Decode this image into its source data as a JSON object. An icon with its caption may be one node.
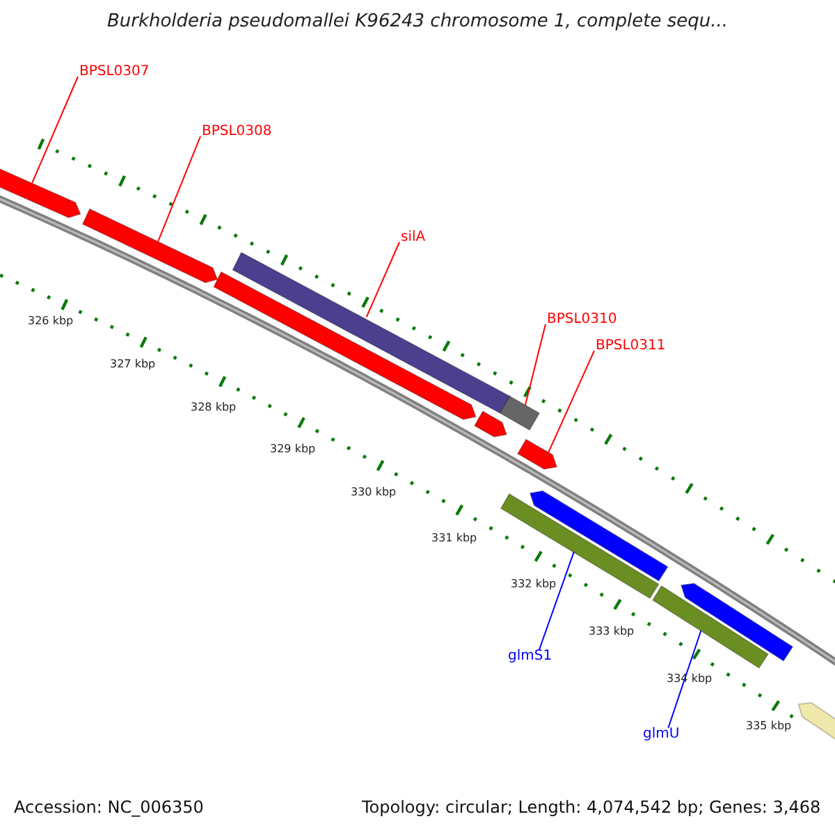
{
  "diagram": {
    "title": "Burkholderia pseudomallei K96243 chromosome 1, complete sequ...",
    "nodes": [
      {
        "text": [
          "BPSL0307"
        ]
      },
      {
        "text": [
          "BPSL0308"
        ]
      },
      {
        "text": [
          "silA"
        ]
      },
      {
        "text": [
          "BPSL0310"
        ]
      },
      {
        "text": [
          "BPSL0311"
        ]
      },
      {
        "text": [
          "glmS1"
        ]
      },
      {
        "text": [
          "glmU"
        ]
      },
      {
        "text": [],
        "shape": "bar"
      },
      {
        "text": [],
        "shape": "bar"
      },
      {
        "text": [],
        "shape": "bar"
      },
      {
        "text": [],
        "shape": "bar"
      },
      {
        "text": [],
        "shape": "bar"
      },
      {
        "text": [],
        "shape": "bar"
      },
      {
        "text": [],
        "shape": "bar"
      },
      {
        "text": [],
        "shape": "bar"
      },
      {
        "text": [],
        "shape": "bar"
      },
      {
        "text": [],
        "shape": "bar"
      },
      {
        "text": [],
        "shape": "bar"
      },
      {
        "text": [],
        "shape": "bar"
      }
    ],
    "edges": [
      {
        "from": 0,
        "to": 7,
        "arrow": "none"
      },
      {
        "from": 1,
        "to": 8,
        "arrow": "none"
      },
      {
        "from": 2,
        "to": 10,
        "arrow": "none"
      },
      {
        "from": 3,
        "to": 11,
        "arrow": "none"
      },
      {
        "from": 4,
        "to": 13,
        "arrow": "none"
      },
      {
        "from": 5,
        "to": 14,
        "arrow": "none",
        "color": "#0000ff"
      },
      {
        "from": 6,
        "to": 16,
        "arrow": "none",
        "color": "#0000ff"
      }
    ],
    "labels": [
      "326 kbp",
      "327 kbp",
      "328 kbp",
      "329 kbp",
      "330 kbp",
      "331 kbp",
      "332 kbp",
      "333 kbp",
      "334 kbp",
      "335 kbp",
      "Accession: NC_006350",
      "Topology: circular; Length: 4,074,542 bp; Genes: 3,468"
    ]
  }
}
